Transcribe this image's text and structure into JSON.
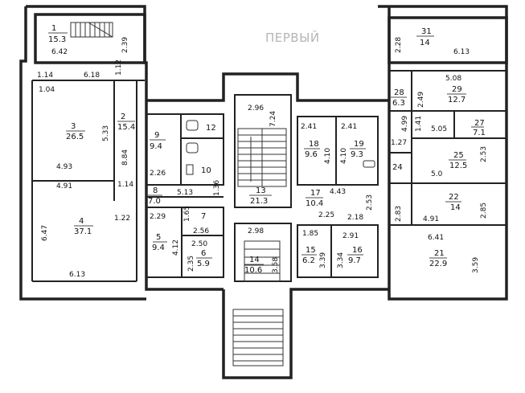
{
  "floor_title": "ПЕРВЫЙ",
  "rooms": [
    {
      "id": "1",
      "number": "1",
      "area": "15.3"
    },
    {
      "id": "2",
      "number": "2",
      "area": "15.4"
    },
    {
      "id": "3",
      "number": "3",
      "area": "26.5"
    },
    {
      "id": "4",
      "number": "4",
      "area": "37.1"
    },
    {
      "id": "5",
      "number": "5",
      "area": "9.4"
    },
    {
      "id": "6",
      "number": "6",
      "area": "5.9"
    },
    {
      "id": "7",
      "number": "7",
      "area": ""
    },
    {
      "id": "8",
      "number": "8",
      "area": "7.0"
    },
    {
      "id": "9",
      "number": "9",
      "area": "9.4"
    },
    {
      "id": "10",
      "number": "10",
      "area": ""
    },
    {
      "id": "12",
      "number": "12",
      "area": ""
    },
    {
      "id": "13",
      "number": "13",
      "area": "21.3"
    },
    {
      "id": "14",
      "number": "14",
      "area": "10.6"
    },
    {
      "id": "15",
      "number": "15",
      "area": "6.2"
    },
    {
      "id": "16",
      "number": "16",
      "area": "9.7"
    },
    {
      "id": "17",
      "number": "17",
      "area": "10.4"
    },
    {
      "id": "18",
      "number": "18",
      "area": "9.6"
    },
    {
      "id": "19",
      "number": "19",
      "area": "9.3"
    },
    {
      "id": "21",
      "number": "21",
      "area": "22.9"
    },
    {
      "id": "22",
      "number": "22",
      "area": "14"
    },
    {
      "id": "24",
      "number": "24",
      "area": ""
    },
    {
      "id": "25",
      "number": "25",
      "area": "12.5"
    },
    {
      "id": "27",
      "number": "27",
      "area": "7.1"
    },
    {
      "id": "28",
      "number": "28",
      "area": "6.3"
    },
    {
      "id": "29",
      "number": "29",
      "area": "12.7"
    },
    {
      "id": "31",
      "number": "31",
      "area": "14"
    }
  ],
  "dimensions": {
    "d_642": "6.42",
    "d_239": "2.39",
    "d_114": "1.14",
    "d_618": "6.18",
    "d_112": "1.12",
    "d_104": "1.04",
    "d_533": "5.33",
    "d_884": "8.84",
    "d_493": "4.93",
    "d_491": "4.91",
    "d_114b": "1.14",
    "d_122": "1.22",
    "d_647": "6.47",
    "d_613": "6.13",
    "d_226": "2.26",
    "d_513": "5.13",
    "d_136": "1.36",
    "d_229": "2.29",
    "d_165": "1.65",
    "d_412": "4.12",
    "d_250": "2.50",
    "d_256": "2.56",
    "d_235": "2.35",
    "d_296": "2.96",
    "d_724": "7.24",
    "d_298": "2.98",
    "d_358": "3.58",
    "d_241": "2.41",
    "d_241b": "2.41",
    "d_410": "4.10",
    "d_410b": "4.10",
    "d_443": "4.43",
    "d_253": "2.53",
    "d_225": "2.25",
    "d_218": "2.18",
    "d_185": "1.85",
    "d_291": "2.91",
    "d_339": "3.39",
    "d_334": "3.34",
    "d_228": "2.28",
    "d_613b": "6.13",
    "d_508": "5.08",
    "d_249": "2.49",
    "d_499": "4.99",
    "d_141": "1.41",
    "d_505": "5.05",
    "d_127": "1.27",
    "d_253b": "2.53",
    "d_50": "5.0",
    "d_283": "2.83",
    "d_491b": "4.91",
    "d_285": "2.85",
    "d_641": "6.41",
    "d_359": "3.59"
  }
}
